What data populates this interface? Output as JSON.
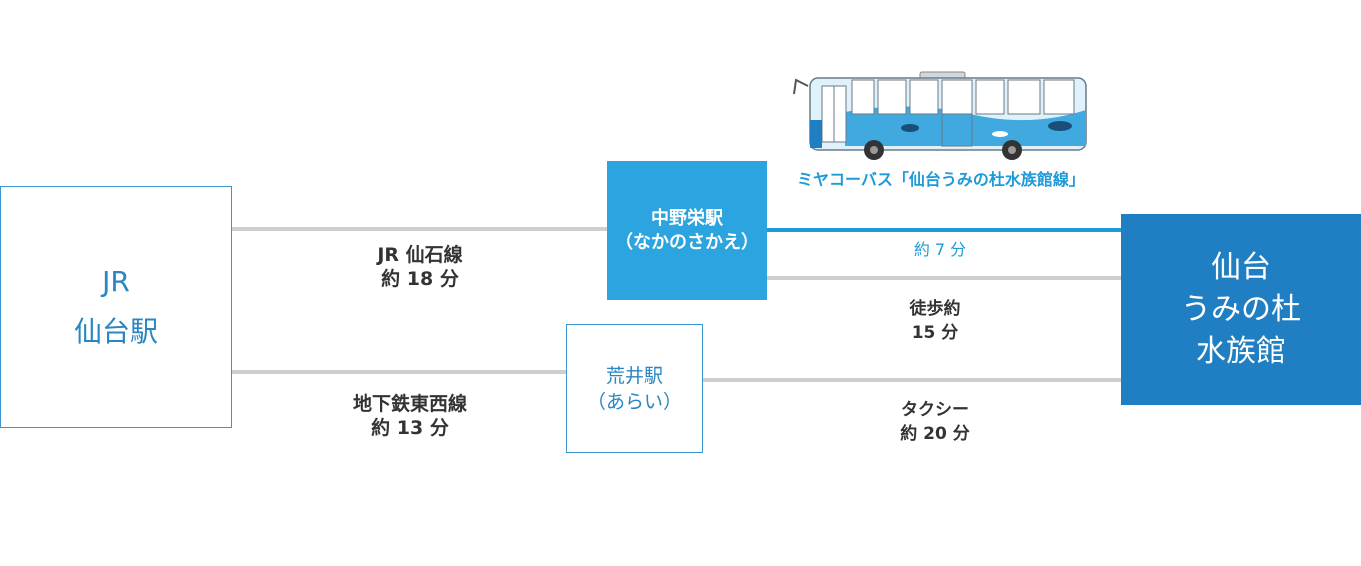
{
  "stations": {
    "jr_sendai": {
      "line1": "JR",
      "line2": "仙台駅"
    },
    "nakanosakae": {
      "name": "中野栄駅",
      "reading": "（なかのさかえ）"
    },
    "arai": {
      "name": "荒井駅",
      "reading": "（あらい）"
    },
    "aquarium": {
      "line1": "仙台",
      "line2": "うみの杜",
      "line3": "水族館"
    }
  },
  "routes": {
    "jr_senseki": {
      "line": "JR 仙石線",
      "time": "約 18 分"
    },
    "subway_tozai": {
      "line": "地下鉄東西線",
      "time": "約 13 分"
    },
    "bus": {
      "time": "約 7 分"
    },
    "walk": {
      "mode": "徒歩約",
      "time": "15 分"
    },
    "taxi": {
      "mode": "タクシー",
      "time": "約 20 分"
    }
  },
  "bus_caption": "ミヤコーバス「仙台うみの杜水族館線」",
  "colors": {
    "line_gray": "#cfcfcf",
    "bus_line_blue": "#1d9ad8",
    "box_outline_blue": "#3a97cf",
    "box_light_blue": "#2ba4e0",
    "box_dark_blue": "#1f7fc2"
  }
}
